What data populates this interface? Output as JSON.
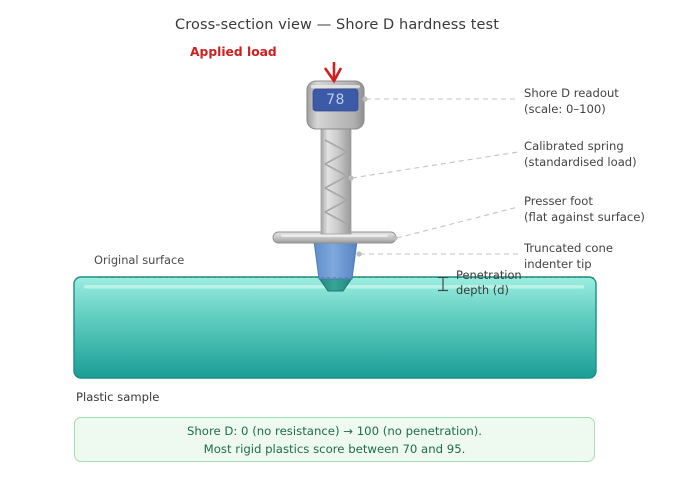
{
  "page": {
    "title": "Cross-section view — Shore D hardness test",
    "background_color": "#ffffff"
  },
  "load": {
    "label": "Applied load",
    "color": "#cf2020",
    "arrow_icon": "down-arrow-icon"
  },
  "durometer": {
    "readout_value": "78",
    "display_color": "#3c5aa8",
    "display_text_color": "#b9cfe8",
    "body_color": "#bdbdbd",
    "spring_icon": "coil-spring-icon",
    "presser_foot_color": "#c4c4c4",
    "indenter_color": "#6d9bd6",
    "indenter_submerged_color": "#2f9c8c"
  },
  "annotations": [
    {
      "name": "readout",
      "line1": "Shore D readout",
      "line2": "(scale: 0–100)"
    },
    {
      "name": "spring",
      "line1": "Calibrated spring",
      "line2": "(standardised load)"
    },
    {
      "name": "presser-foot",
      "line1": "Presser foot",
      "line2": "(flat against surface)"
    },
    {
      "name": "indenter-tip",
      "line1": "Truncated cone",
      "line2": "indenter tip"
    }
  ],
  "annotation_text": {
    "readout": "Shore D readout\n(scale: 0–100)",
    "spring": "Calibrated spring\n(standardised load)",
    "presser_foot": "Presser foot\n(flat against surface)",
    "indenter_tip": "Truncated cone\nindenter tip"
  },
  "depth": {
    "label": "Penetration\ndepth (d)",
    "marker_icon": "double-arrow-vertical-icon"
  },
  "sample": {
    "surface_label": "Original surface",
    "block_label": "Plastic sample",
    "gradient_top": "#9ceee0",
    "gradient_bottom": "#1a9e96",
    "border_color": "#1c8f86"
  },
  "info_box": {
    "line1": "Shore D: 0 (no resistance) → 100 (no penetration).",
    "line2": "Most rigid plastics score between 70 and 95.",
    "background": "#eefaf0",
    "border": "#a9ddb6",
    "text_color": "#1f6b4e"
  },
  "leader_line": {
    "color": "#c0c0c0",
    "style": "dashed"
  }
}
